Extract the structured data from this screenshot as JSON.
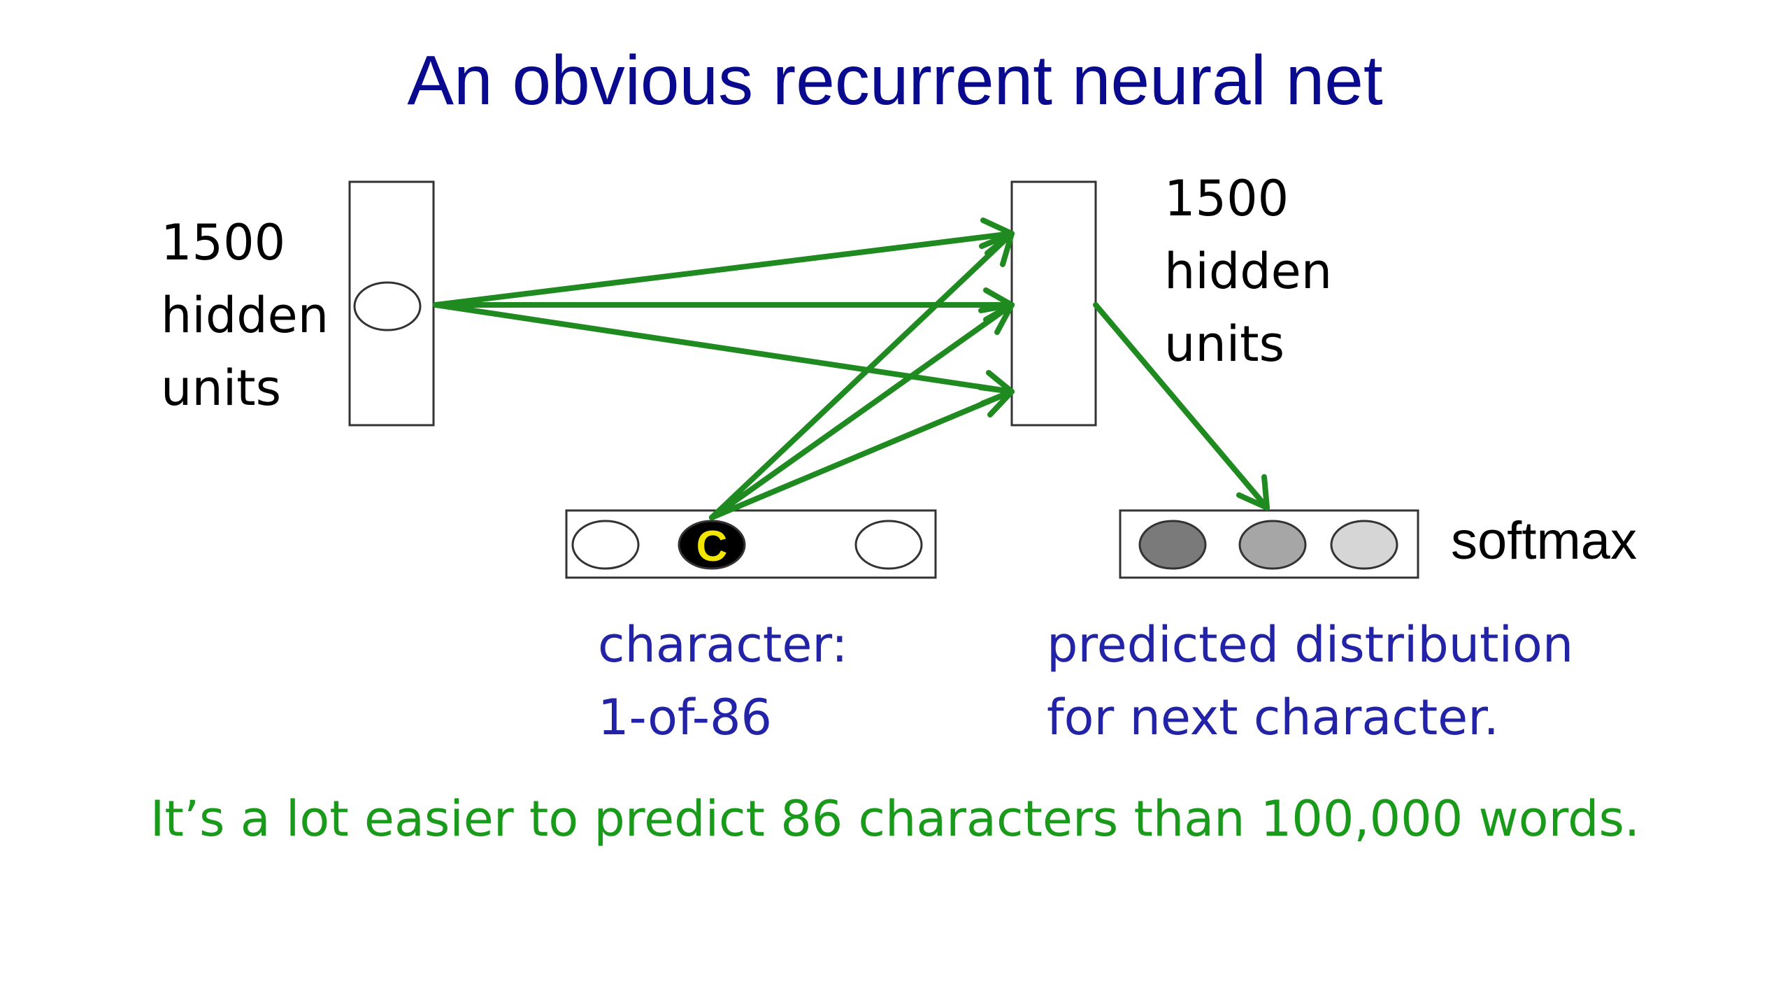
{
  "title": "An obvious recurrent neural net",
  "left_hidden": {
    "count": "1500",
    "line2": "hidden",
    "line3": "units"
  },
  "right_hidden": {
    "count": "1500",
    "line2": "hidden",
    "line3": "units"
  },
  "input": {
    "active_char": "C",
    "label_line1": "character:",
    "label_line2": "1-of-86"
  },
  "output": {
    "side_label": "softmax",
    "label_line1": "predicted distribution",
    "label_line2": "for next character."
  },
  "caption": "It’s a lot easier to predict 86 characters than 100,000 words.",
  "colors": {
    "title": "#0a0a8e",
    "blue_text": "#2323a8",
    "arrow_green": "#1f8a1f",
    "caption_green": "#1a9a1a",
    "active_unit_fill": "#000000",
    "active_char_color": "#f2e600",
    "softmax_dark": "#7a7a7a",
    "softmax_mid": "#a6a6a6",
    "softmax_light": "#d6d6d6"
  }
}
